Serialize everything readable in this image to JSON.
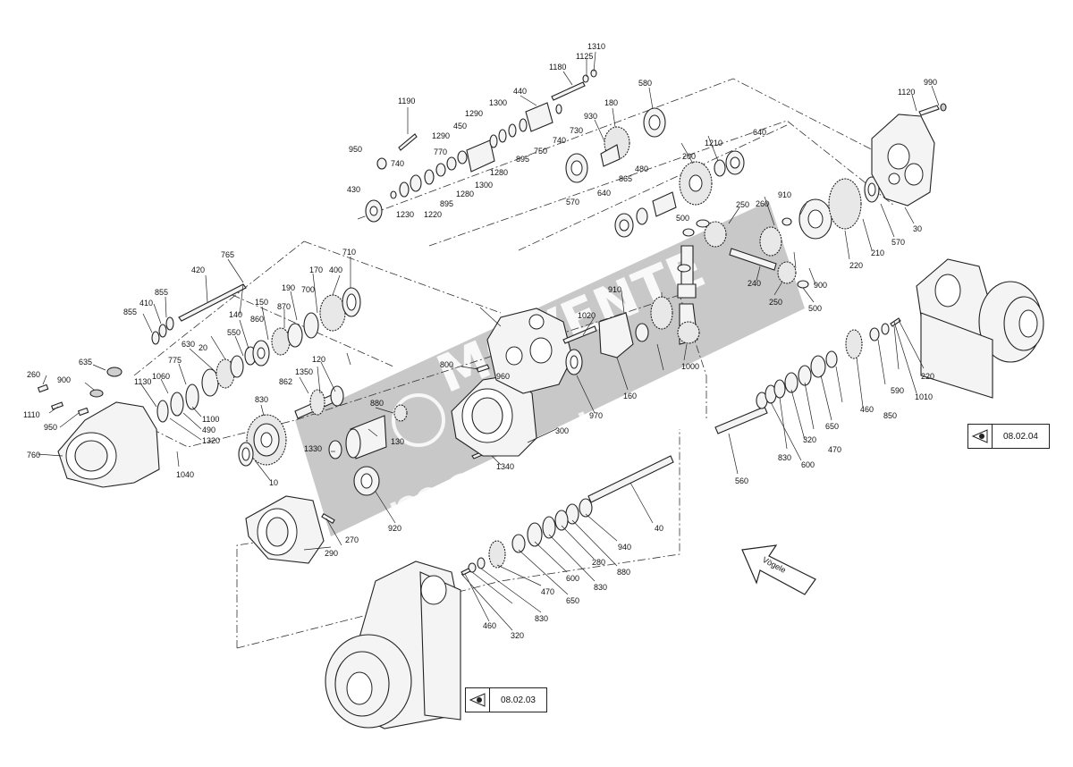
{
  "watermark": {
    "top": "MOVENTE",
    "bottom": "movente.ru"
  },
  "refs": [
    {
      "id": "ref-08-02-04",
      "text": "08.02.04"
    },
    {
      "id": "ref-08-02-03",
      "text": "08.02.03"
    }
  ],
  "arrow_label": "Vögele",
  "labels": [
    "1310",
    "1125",
    "1180",
    "580",
    "990",
    "1120",
    "440",
    "1190",
    "1300",
    "1290",
    "930",
    "180",
    "450",
    "750",
    "740",
    "730",
    "1290",
    "895",
    "1280",
    "640",
    "1210",
    "770",
    "740",
    "950",
    "1300",
    "1280",
    "200",
    "895",
    "430",
    "1230",
    "1220",
    "480",
    "865",
    "910",
    "260",
    "250",
    "640",
    "570",
    "500",
    "210",
    "570",
    "30",
    "220",
    "765",
    "710",
    "420",
    "170",
    "400",
    "190",
    "700",
    "855",
    "410",
    "150",
    "870",
    "860",
    "855",
    "140",
    "240",
    "900",
    "250",
    "500",
    "910",
    "1020",
    "960",
    "630",
    "20",
    "550",
    "120",
    "635",
    "775",
    "800",
    "1000",
    "260",
    "900",
    "1060",
    "1130",
    "1350",
    "862",
    "160",
    "970",
    "220",
    "590",
    "1010",
    "460",
    "850",
    "650",
    "320",
    "470",
    "830",
    "600",
    "830",
    "880",
    "130",
    "300",
    "1110",
    "950",
    "1100",
    "490",
    "1320",
    "1330",
    "1340",
    "760",
    "1040",
    "10",
    "920",
    "560",
    "290",
    "270",
    "40",
    "940",
    "280",
    "880",
    "600",
    "830",
    "470",
    "830",
    "650",
    "460",
    "320",
    "1010",
    "850"
  ]
}
